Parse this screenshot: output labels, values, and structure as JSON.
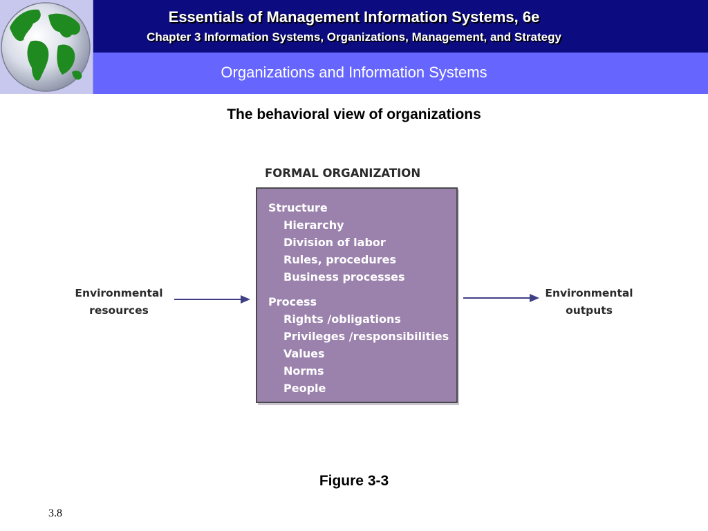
{
  "header": {
    "course_title": "Essentials of Management Information Systems, 6e",
    "chapter_title": "Chapter 3 Information Systems, Organizations, Management, and Strategy",
    "section_title": "Organizations and Information Systems",
    "logo_icon": "globe-icon"
  },
  "slide": {
    "title": "The behavioral view of organizations",
    "figure_caption": "Figure 3-3",
    "slide_number": "3.8"
  },
  "diagram": {
    "heading": "FORMAL ORGANIZATION",
    "box": {
      "structure_label": "Structure",
      "structure_items": [
        "Hierarchy",
        "Division of labor",
        "Rules, procedures",
        "Business processes"
      ],
      "process_label": "Process",
      "process_items": [
        "Rights /obligations",
        "Privileges /responsibilities",
        "Values",
        "Norms",
        "People"
      ]
    },
    "input_label": [
      "Environmental",
      "resources"
    ],
    "output_label": [
      "Environmental",
      "outputs"
    ]
  },
  "colors": {
    "header_dark": "#0c0c80",
    "header_band": "#6666ff",
    "box_fill": "#9b82ad",
    "arrow": "#3f3f85"
  }
}
